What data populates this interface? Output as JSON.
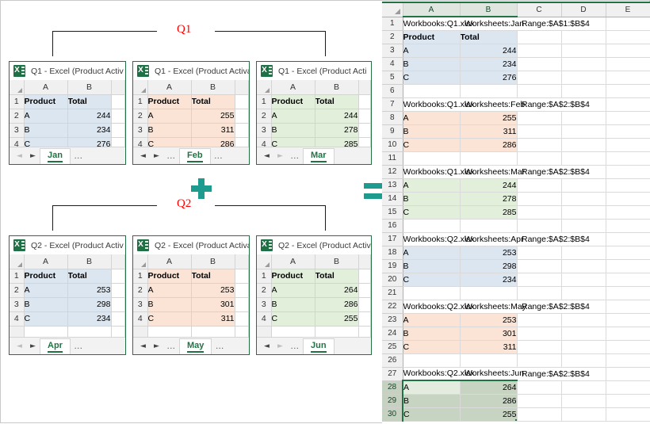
{
  "meta": {
    "plus_symbol": "+",
    "equals_symbol": "="
  },
  "left_panel": {
    "groups": [
      {
        "label": "Q1"
      },
      {
        "label": "Q2"
      }
    ],
    "windows": [
      {
        "title": "Q1 - Excel (Product Activ",
        "icon": "excel-icon",
        "col_headers": [
          "A",
          "B"
        ],
        "row_numbers": [
          "1",
          "2",
          "3",
          "4"
        ],
        "fill": "blue",
        "header_row": [
          "Product",
          "Total"
        ],
        "rows": [
          {
            "product": "A",
            "total": "244"
          },
          {
            "product": "B",
            "total": "234"
          },
          {
            "product": "C",
            "total": "276"
          }
        ],
        "tab": "Jan",
        "nav": {
          "prev": "◄",
          "next": "►",
          "prev_dim": true,
          "next_dim": false
        },
        "dots_before": false,
        "dots_after": true
      },
      {
        "title": "Q1 - Excel (Product Activa",
        "icon": "excel-icon",
        "col_headers": [
          "A",
          "B"
        ],
        "row_numbers": [
          "1",
          "2",
          "3",
          "4"
        ],
        "fill": "peach",
        "header_row": [
          "Product",
          "Total"
        ],
        "rows": [
          {
            "product": "A",
            "total": "255"
          },
          {
            "product": "B",
            "total": "311"
          },
          {
            "product": "C",
            "total": "286"
          }
        ],
        "tab": "Feb",
        "nav": {
          "prev": "◄",
          "next": "►",
          "prev_dim": false,
          "next_dim": false
        },
        "dots_before": true,
        "dots_after": true
      },
      {
        "title": "Q1 - Excel (Product Acti",
        "icon": "excel-icon",
        "col_headers": [
          "A",
          "B"
        ],
        "row_numbers": [
          "1",
          "2",
          "3",
          "4"
        ],
        "fill": "green",
        "header_row": [
          "Product",
          "Total"
        ],
        "rows": [
          {
            "product": "A",
            "total": "244"
          },
          {
            "product": "B",
            "total": "278"
          },
          {
            "product": "C",
            "total": "285"
          }
        ],
        "tab": "Mar",
        "nav": {
          "prev": "◄",
          "next": "►",
          "prev_dim": false,
          "next_dim": true
        },
        "dots_before": true,
        "dots_after": false
      },
      {
        "title": "Q2 - Excel (Product Activ",
        "icon": "excel-icon",
        "col_headers": [
          "A",
          "B"
        ],
        "row_numbers": [
          "1",
          "2",
          "3",
          "4"
        ],
        "fill": "blue",
        "header_row": [
          "Product",
          "Total"
        ],
        "rows": [
          {
            "product": "A",
            "total": "253"
          },
          {
            "product": "B",
            "total": "298"
          },
          {
            "product": "C",
            "total": "234"
          }
        ],
        "tab": "Apr",
        "nav": {
          "prev": "◄",
          "next": "►",
          "prev_dim": true,
          "next_dim": false
        },
        "dots_before": false,
        "dots_after": true
      },
      {
        "title": "Q2 - Excel (Product Activa",
        "icon": "excel-icon",
        "col_headers": [
          "A",
          "B"
        ],
        "row_numbers": [
          "1",
          "2",
          "3",
          "4"
        ],
        "fill": "peach",
        "header_row": [
          "Product",
          "Total"
        ],
        "rows": [
          {
            "product": "A",
            "total": "253"
          },
          {
            "product": "B",
            "total": "301"
          },
          {
            "product": "C",
            "total": "311"
          }
        ],
        "tab": "May",
        "nav": {
          "prev": "◄",
          "next": "►",
          "prev_dim": false,
          "next_dim": false
        },
        "dots_before": true,
        "dots_after": true
      },
      {
        "title": "Q2 - Excel (Product Activ",
        "icon": "excel-icon",
        "col_headers": [
          "A",
          "B"
        ],
        "row_numbers": [
          "1",
          "2",
          "3",
          "4"
        ],
        "fill": "green",
        "header_row": [
          "Product",
          "Total"
        ],
        "rows": [
          {
            "product": "A",
            "total": "264"
          },
          {
            "product": "B",
            "total": "286"
          },
          {
            "product": "C",
            "total": "255"
          }
        ],
        "tab": "Jun",
        "nav": {
          "prev": "◄",
          "next": "►",
          "prev_dim": false,
          "next_dim": true
        },
        "dots_before": true,
        "dots_after": false
      }
    ]
  },
  "right_panel": {
    "column_headers": [
      "A",
      "B",
      "C",
      "D",
      "E"
    ],
    "selected_columns": [
      "A",
      "B"
    ],
    "row_numbers": [
      "1",
      "2",
      "3",
      "4",
      "5",
      "6",
      "7",
      "8",
      "9",
      "10",
      "11",
      "12",
      "13",
      "14",
      "15",
      "16",
      "17",
      "18",
      "19",
      "20",
      "21",
      "22",
      "23",
      "24",
      "25",
      "26",
      "27",
      "28",
      "29",
      "30"
    ],
    "blocks": [
      {
        "banner": {
          "workbook": "Workbooks:Q1.xlsx",
          "worksheet": "Worksheets:Jan",
          "range": "Range:$A$1:$B$4"
        },
        "fill": "blue",
        "has_header": true,
        "header_row": [
          "Product",
          "Total"
        ],
        "rows": [
          {
            "product": "A",
            "total": "244"
          },
          {
            "product": "B",
            "total": "234"
          },
          {
            "product": "C",
            "total": "276"
          }
        ]
      },
      {
        "banner": {
          "workbook": "Workbooks:Q1.xlsx",
          "worksheet": "Worksheets:Feb",
          "range": "Range:$A$2:$B$4"
        },
        "fill": "peach",
        "has_header": false,
        "rows": [
          {
            "product": "A",
            "total": "255"
          },
          {
            "product": "B",
            "total": "311"
          },
          {
            "product": "C",
            "total": "286"
          }
        ]
      },
      {
        "banner": {
          "workbook": "Workbooks:Q1.xlsx",
          "worksheet": "Worksheets:Mar",
          "range": "Range:$A$2:$B$4"
        },
        "fill": "green",
        "has_header": false,
        "rows": [
          {
            "product": "A",
            "total": "244"
          },
          {
            "product": "B",
            "total": "278"
          },
          {
            "product": "C",
            "total": "285"
          }
        ]
      },
      {
        "banner": {
          "workbook": "Workbooks:Q2.xlsx",
          "worksheet": "Worksheets:Apr",
          "range": "Range:$A$2:$B$4"
        },
        "fill": "blue",
        "has_header": false,
        "rows": [
          {
            "product": "A",
            "total": "253"
          },
          {
            "product": "B",
            "total": "298"
          },
          {
            "product": "C",
            "total": "234"
          }
        ]
      },
      {
        "banner": {
          "workbook": "Workbooks:Q2.xlsx",
          "worksheet": "Worksheets:May",
          "range": "Range:$A$2:$B$4"
        },
        "fill": "peach",
        "has_header": false,
        "rows": [
          {
            "product": "A",
            "total": "253"
          },
          {
            "product": "B",
            "total": "301"
          },
          {
            "product": "C",
            "total": "311"
          }
        ]
      },
      {
        "banner": {
          "workbook": "Workbooks:Q2.xlsx",
          "worksheet": "Worksheets:Jun",
          "range": "Range:$A$2:$B$4"
        },
        "fill": "selected-green",
        "has_header": false,
        "selected": true,
        "rows": [
          {
            "product": "A",
            "total": "264"
          },
          {
            "product": "B",
            "total": "286"
          },
          {
            "product": "C",
            "total": "255"
          }
        ]
      }
    ]
  },
  "colors": {
    "excel_green": "#217346",
    "teal_symbol": "#1d9b8e",
    "bracket_label": "#ff0000",
    "fill_blue": "#dce6f1",
    "fill_peach": "#fbe4d5",
    "fill_green": "#e2efda",
    "fill_selected": "#c7d4c2"
  }
}
